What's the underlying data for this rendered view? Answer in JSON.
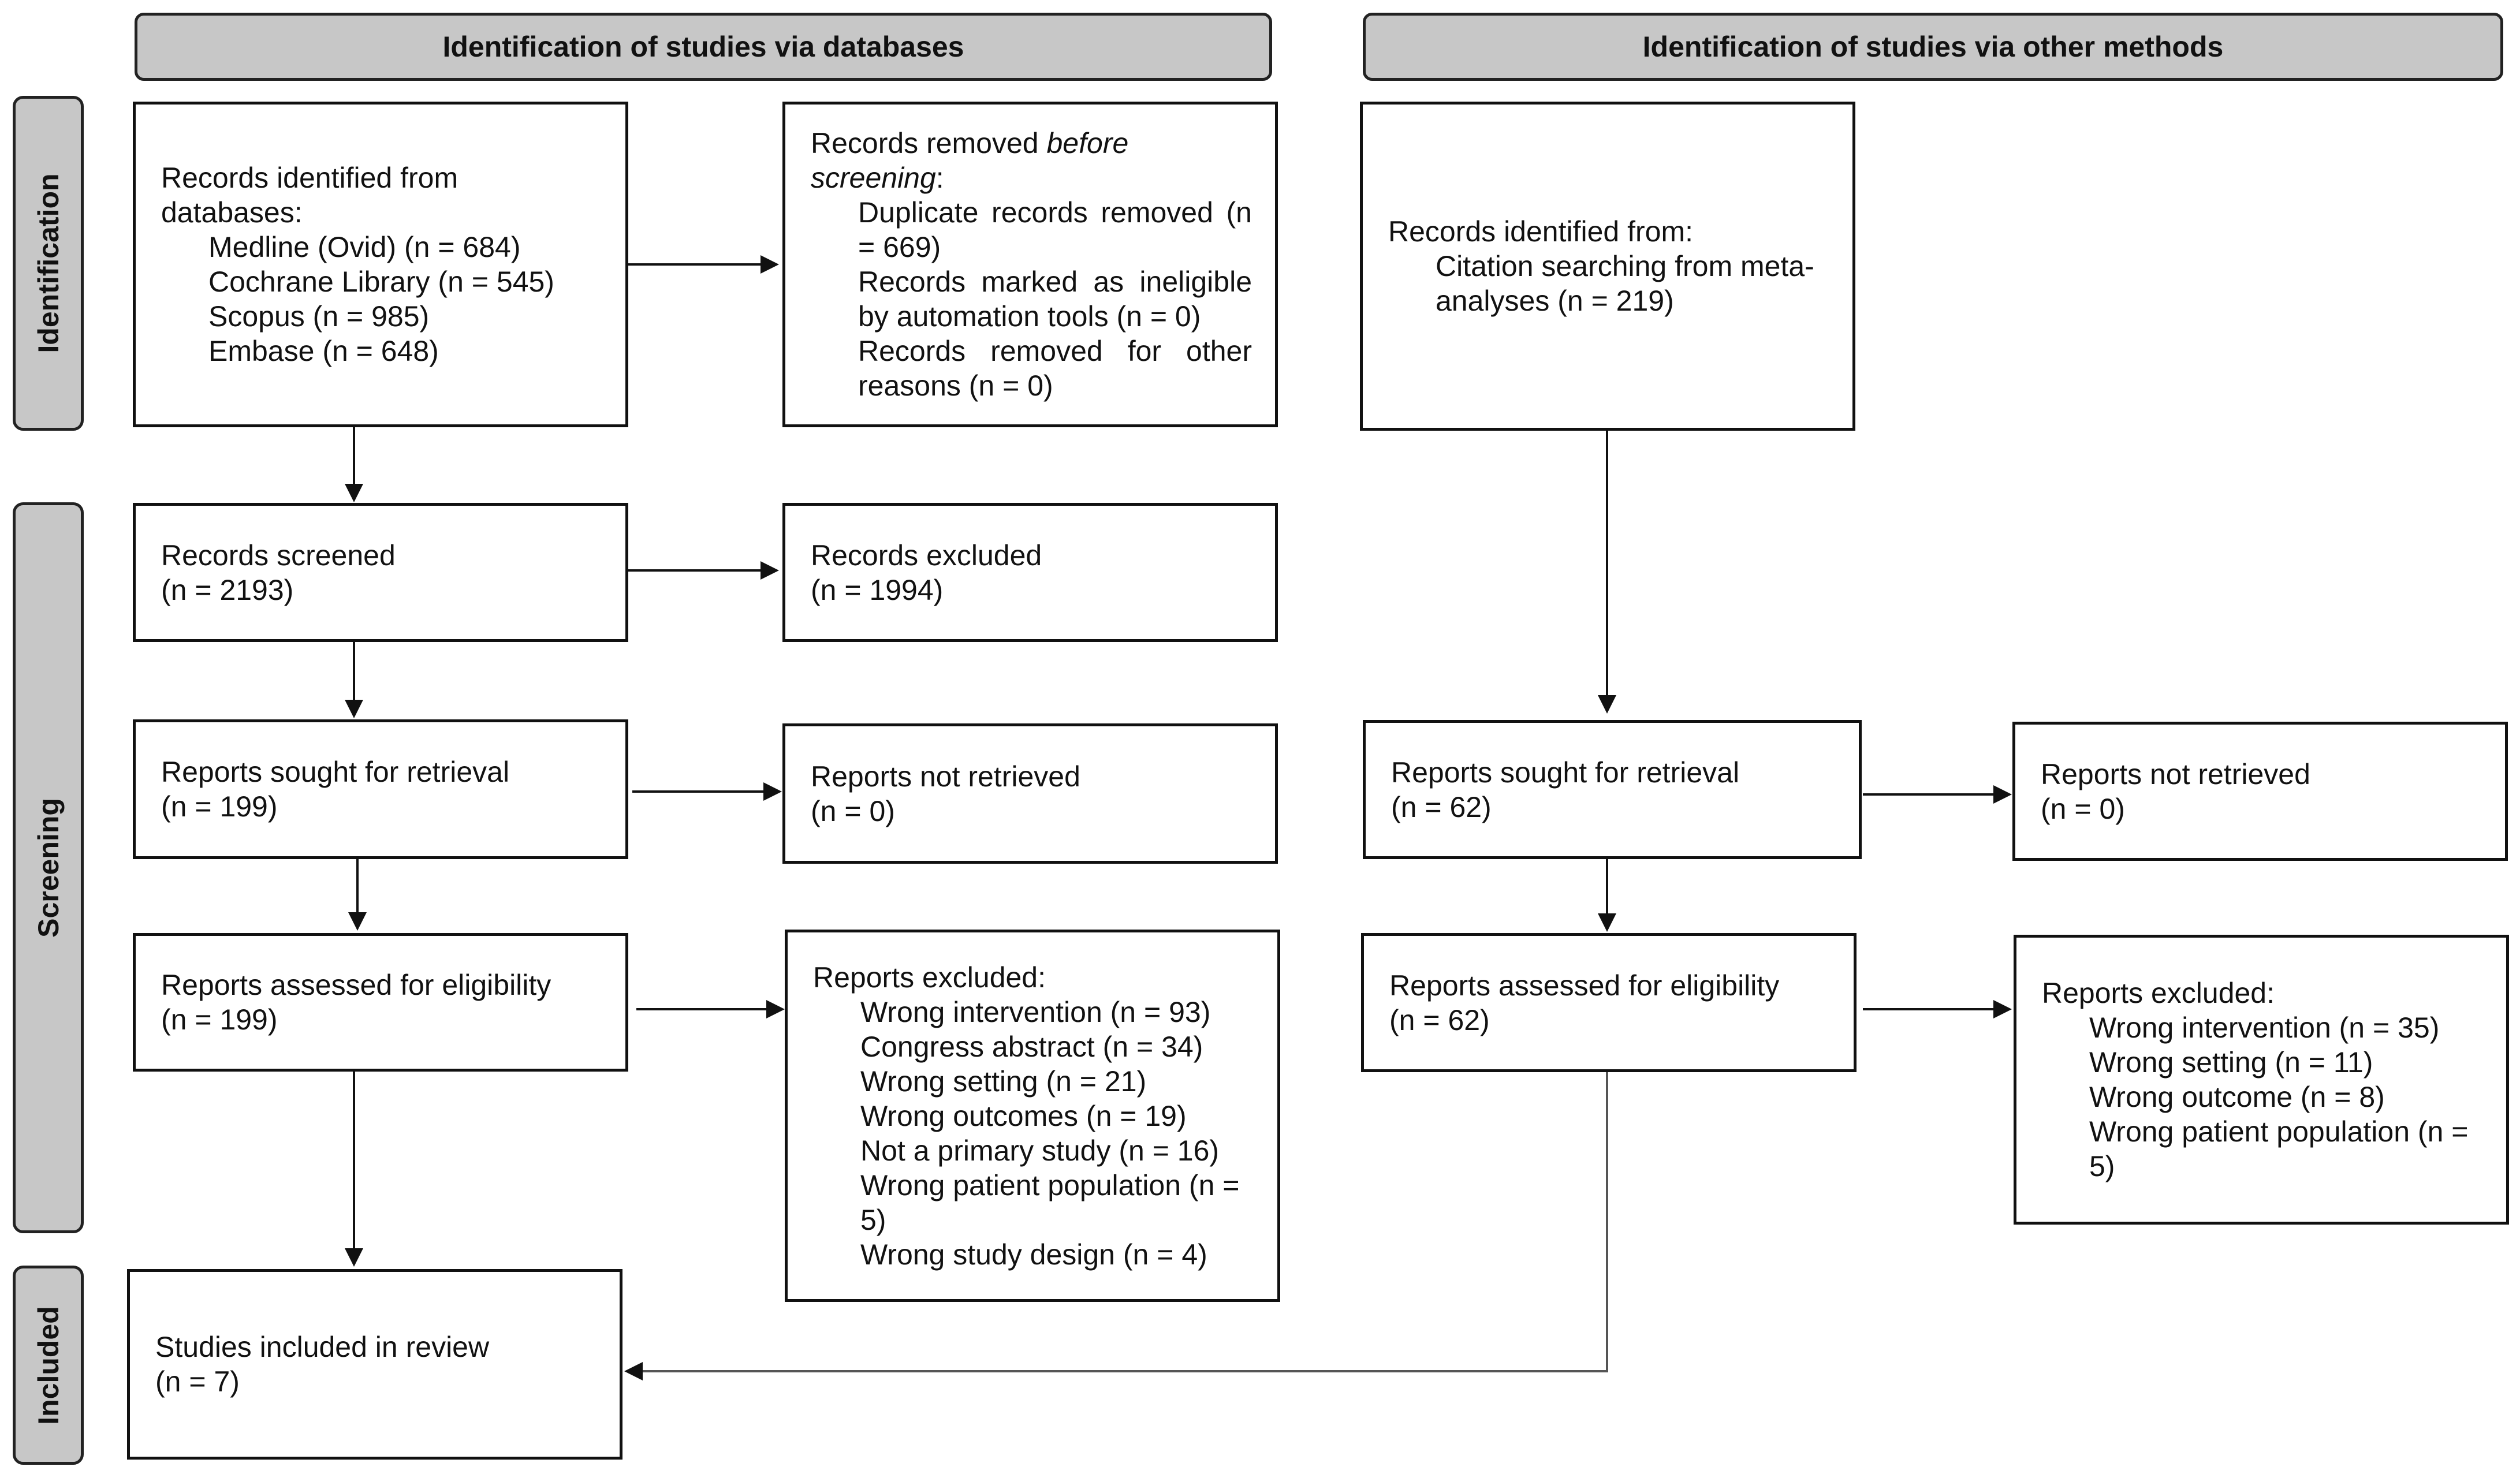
{
  "headers": {
    "databases": "Identification of studies via databases",
    "other": "Identification of studies via other methods"
  },
  "phases": {
    "identification": "Identification",
    "screening": "Screening",
    "included": "Included"
  },
  "db": {
    "identified": {
      "title_l1": "Records identified from",
      "title_l2": "databases:",
      "items": [
        "Medline (Ovid) (n = 684)",
        "Cochrane Library (n = 545)",
        "Scopus (n = 985)",
        "Embase (n = 648)"
      ]
    },
    "removed": {
      "title_prefix": "Records removed ",
      "title_italic_1": "before",
      "title_italic_2": "screening",
      "title_suffix": ":",
      "lines": [
        "Duplicate records removed (n",
        "= 669)",
        "Records marked as ineligible",
        "by automation tools (n = 0)",
        "Records removed for other",
        "reasons (n = 0)"
      ]
    },
    "screened": {
      "label": "Records screened",
      "n": "(n = 2193)"
    },
    "excluded": {
      "label": "Records excluded",
      "n": "(n = 1994)"
    },
    "sought": {
      "label": "Reports sought for retrieval",
      "n": "(n = 199)"
    },
    "not_retrieved": {
      "label": "Reports not retrieved",
      "n": "(n = 0)"
    },
    "assessed": {
      "label": "Reports assessed for eligibility",
      "n": "(n = 199)"
    },
    "reports_excluded": {
      "title": "Reports excluded:",
      "lines": [
        "Wrong intervention (n = 93)",
        "Congress abstract (n = 34)",
        "Wrong setting (n = 21)",
        "Wrong outcomes (n = 19)",
        "Not a primary study (n = 16)",
        "Wrong patient population (n =",
        "5)",
        "Wrong study design (n = 4)"
      ]
    },
    "included": {
      "label": "Studies included in review",
      "n": "(n = 7)"
    }
  },
  "other": {
    "identified": {
      "title": "Records identified from:",
      "lines": [
        "Citation searching from meta-",
        "analyses (n = 219)"
      ]
    },
    "sought": {
      "label": "Reports sought for retrieval",
      "n": "(n = 62)"
    },
    "not_retrieved": {
      "label": "Reports not retrieved",
      "n": "(n = 0)"
    },
    "assessed": {
      "label": "Reports assessed for eligibility",
      "n": "(n = 62)"
    },
    "reports_excluded": {
      "title": "Reports excluded:",
      "lines": [
        "Wrong intervention (n = 35)",
        "Wrong setting (n = 11)",
        "Wrong outcome (n = 8)",
        "Wrong patient population (n =",
        "5)"
      ]
    }
  }
}
